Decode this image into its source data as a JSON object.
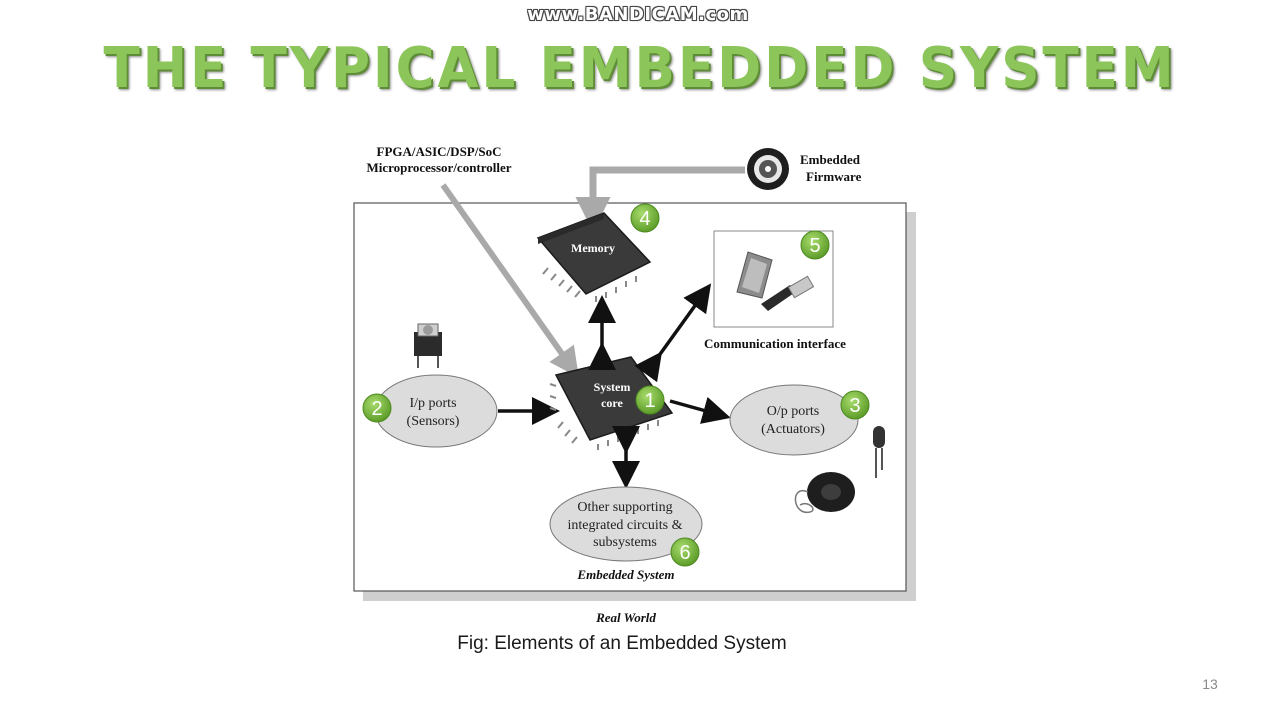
{
  "watermark": "www.BANDICAM.com",
  "slide": {
    "title": "THE TYPICAL EMBEDDED SYSTEM",
    "caption": "Fig: Elements of an Embedded System",
    "page_number": "13"
  },
  "diagram": {
    "processor_label_line1": "FPGA/ASIC/DSP/SoC",
    "processor_label_line2": "Microprocessor/controller",
    "firmware_label_line1": "Embedded",
    "firmware_label_line2": "Firmware",
    "memory_label": "Memory",
    "core_label_line1": "System",
    "core_label_line2": "core",
    "input_line1": "I/p ports",
    "input_line2": "(Sensors)",
    "output_line1": "O/p ports",
    "output_line2": "(Actuators)",
    "comm_label": "Communication interface",
    "support_line1": "Other supporting",
    "support_line2": "integrated circuits &",
    "support_line3": "subsystems",
    "embedded_system_label": "Embedded System",
    "real_world_label": "Real World",
    "badges": [
      "1",
      "2",
      "3",
      "4",
      "5",
      "6"
    ]
  },
  "colors": {
    "title_green": "#8cc55a",
    "badge_green": "#7fbf3f",
    "arrow_gray": "#a9a9a9",
    "chip_dark": "#3a3a3a",
    "ellipse_fill": "#dcdcdc"
  },
  "icons": [
    "firmware-disc-icon",
    "sensor-switch-icon",
    "serial-port-icon",
    "usb-plug-icon",
    "led-icon",
    "buzzer-icon"
  ]
}
